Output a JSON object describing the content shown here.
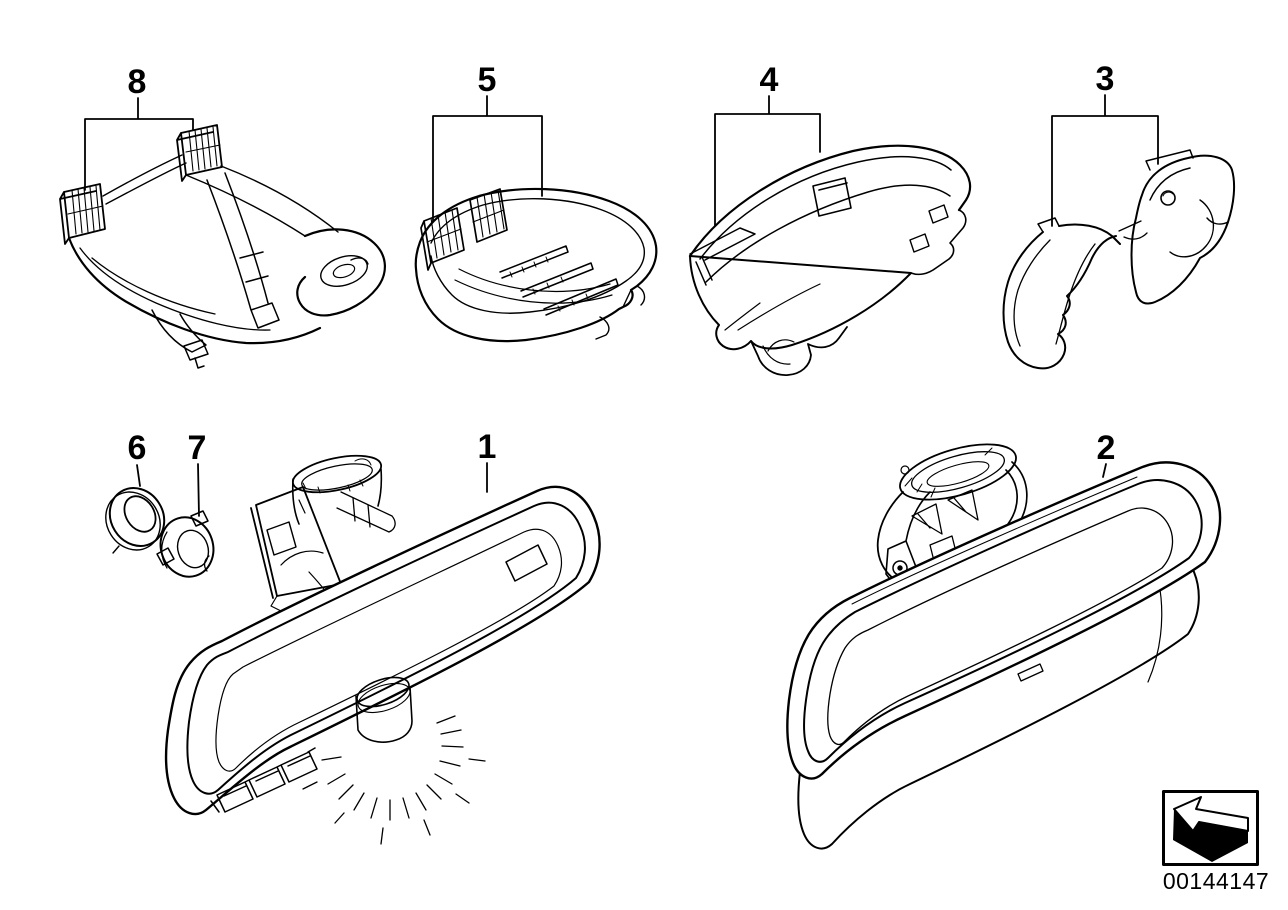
{
  "diagram": {
    "callouts": {
      "c1": "1",
      "c2": "2",
      "c3": "3",
      "c4": "4",
      "c5": "5",
      "c6": "6",
      "c7": "7",
      "c8": "8"
    },
    "footer": {
      "image_number": "00144147"
    },
    "icons": {
      "footer_arrow": "direction-arrow-up-left-icon"
    },
    "colors": {
      "line": "#000000",
      "background": "#ffffff"
    }
  }
}
